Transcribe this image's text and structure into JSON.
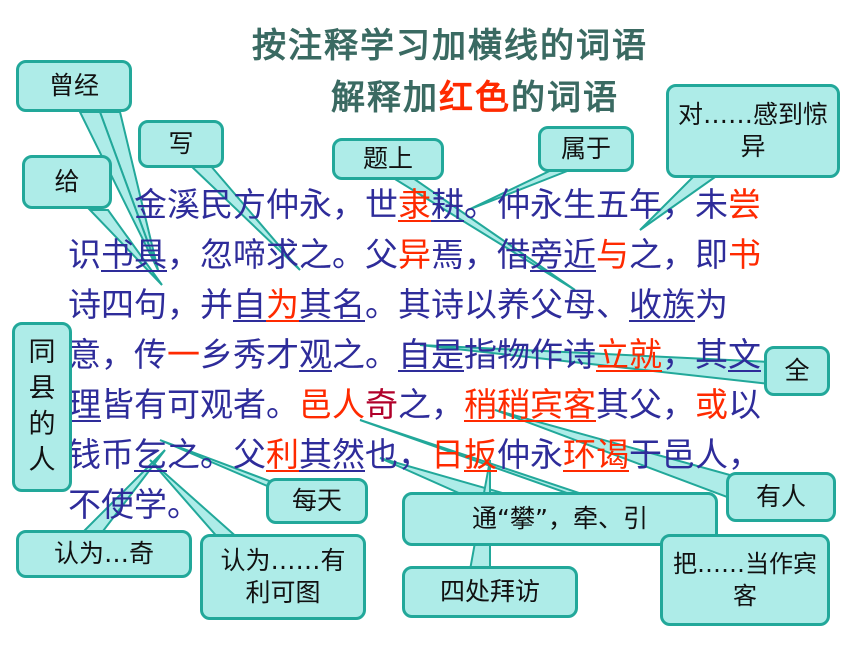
{
  "title_line1": "按注释学习加横线的词语",
  "title_line2_pre": "解释加",
  "title_line2_red": "红色",
  "title_line2_post": "的词语",
  "passage": [
    {
      "t": "　　金溪民方仲永，世",
      "c": ""
    },
    {
      "t": "隶",
      "c": "r u"
    },
    {
      "t": "耕",
      "c": "u"
    },
    {
      "t": "。仲永生五年，未",
      "c": ""
    },
    {
      "t": "尝",
      "c": "r"
    },
    {
      "t": "识",
      "c": ""
    },
    {
      "t": "书具",
      "c": "u"
    },
    {
      "t": "，忽啼求之。父",
      "c": ""
    },
    {
      "t": "异",
      "c": "r"
    },
    {
      "t": "焉，借",
      "c": ""
    },
    {
      "t": "旁近",
      "c": "u"
    },
    {
      "t": "与",
      "c": "r"
    },
    {
      "t": "之，即",
      "c": ""
    },
    {
      "t": "书",
      "c": "r"
    },
    {
      "t": "诗四句，并",
      "c": ""
    },
    {
      "t": "自",
      "c": "u"
    },
    {
      "t": "为",
      "c": "r u"
    },
    {
      "t": "其名",
      "c": "u"
    },
    {
      "t": "。其诗以养父母、",
      "c": ""
    },
    {
      "t": "收族",
      "c": "u"
    },
    {
      "t": "为意，传",
      "c": ""
    },
    {
      "t": "一",
      "c": "r"
    },
    {
      "t": "乡秀才",
      "c": ""
    },
    {
      "t": "观",
      "c": "u"
    },
    {
      "t": "之。",
      "c": ""
    },
    {
      "t": "自是",
      "c": "u"
    },
    {
      "t": "指物作诗",
      "c": ""
    },
    {
      "t": "立就",
      "c": "r u"
    },
    {
      "t": "，其",
      "c": ""
    },
    {
      "t": "文理",
      "c": "u"
    },
    {
      "t": "皆有可观者。",
      "c": ""
    },
    {
      "t": "邑人",
      "c": "r"
    },
    {
      "t": "奇",
      "c": "dr"
    },
    {
      "t": "之，",
      "c": ""
    },
    {
      "t": "稍稍宾客",
      "c": "r u"
    },
    {
      "t": "其父，",
      "c": ""
    },
    {
      "t": "或",
      "c": "r"
    },
    {
      "t": "以钱币",
      "c": ""
    },
    {
      "t": "乞",
      "c": "u"
    },
    {
      "t": "之。父",
      "c": ""
    },
    {
      "t": "利",
      "c": "r u"
    },
    {
      "t": "其然",
      "c": "u"
    },
    {
      "t": "也，",
      "c": ""
    },
    {
      "t": "日",
      "c": "r"
    },
    {
      "t": "扳",
      "c": "r u"
    },
    {
      "t": "仲永",
      "c": ""
    },
    {
      "t": "环谒",
      "c": "r u"
    },
    {
      "t": "于邑人，不使学。",
      "c": ""
    }
  ],
  "notes": {
    "cengjing": "曾经",
    "xie": "写",
    "gei": "给",
    "tishang": "题上",
    "shuyu": "属于",
    "duiganjing": "对……感到惊异",
    "tongxianren": "同县的人",
    "quan": "全",
    "youren": "有人",
    "meitian": "每天",
    "tongpan": "通“攀”，牵、引",
    "renweiqi": "认为…奇",
    "renweiyouli": "认为……有利可图",
    "sichubaifang": "四处拜访",
    "badangbinke": "把……当作宾客"
  },
  "colors": {
    "title": "#3a6a62",
    "red": "#ff2a00",
    "text": "#2e2c9a",
    "note_fill": "#aeece8",
    "note_border": "#22a89a"
  }
}
